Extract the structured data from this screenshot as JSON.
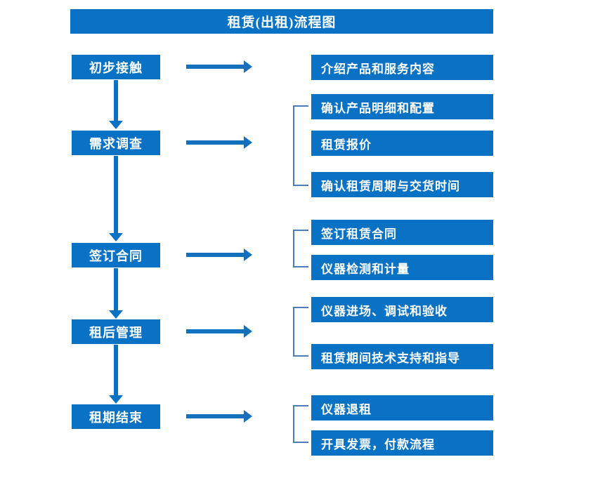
{
  "diagram": {
    "title": "租赁(出租)流程图",
    "accent_color": "#0a72c4",
    "arrow_color": "#1270bd",
    "bracket_color": "#4a7ebb",
    "background_color": "#ffffff",
    "stages": [
      {
        "id": "stage-1",
        "label": "初步接触"
      },
      {
        "id": "stage-2",
        "label": "需求调查"
      },
      {
        "id": "stage-3",
        "label": "签订合同"
      },
      {
        "id": "stage-4",
        "label": "租后管理"
      },
      {
        "id": "stage-5",
        "label": "租期结束"
      }
    ],
    "details": [
      {
        "id": "detail-1",
        "label": "介绍产品和服务内容",
        "stage": "初步接触"
      },
      {
        "id": "detail-2",
        "label": "确认产品明细和配置",
        "stage": "需求调查"
      },
      {
        "id": "detail-3",
        "label": "租赁报价",
        "stage": "需求调查"
      },
      {
        "id": "detail-4",
        "label": "确认租赁周期与交货时间",
        "stage": "需求调查"
      },
      {
        "id": "detail-5",
        "label": "签订租赁合同",
        "stage": "签订合同"
      },
      {
        "id": "detail-6",
        "label": "仪器检测和计量",
        "stage": "签订合同"
      },
      {
        "id": "detail-7",
        "label": "仪器进场、调试和验收",
        "stage": "租后管理"
      },
      {
        "id": "detail-8",
        "label": "租赁期间技术支持和指导",
        "stage": "租后管理"
      },
      {
        "id": "detail-9",
        "label": "仪器退租",
        "stage": "租期结束"
      },
      {
        "id": "detail-10",
        "label": "开具发票，付款流程",
        "stage": "租期结束"
      }
    ],
    "groups": [
      {
        "id": "group-demand",
        "stage": "需求调查",
        "detail_count": 3
      },
      {
        "id": "group-contract",
        "stage": "签订合同",
        "detail_count": 2
      },
      {
        "id": "group-manage",
        "stage": "租后管理",
        "detail_count": 2
      },
      {
        "id": "group-end",
        "stage": "租期结束",
        "detail_count": 2
      }
    ],
    "flow_arrows": {
      "vertical_count": 4,
      "horizontal_count": 5
    }
  }
}
